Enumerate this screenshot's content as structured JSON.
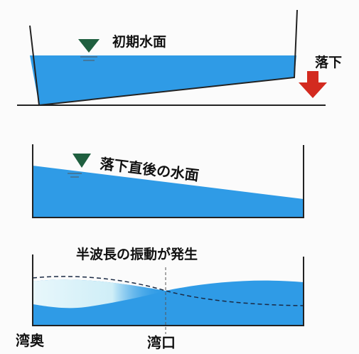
{
  "panels": {
    "initial": {
      "label": "初期水面",
      "drop_label": "落下"
    },
    "after_drop": {
      "label": "落下直後の水面"
    },
    "oscillation": {
      "label": "半波長の振動が発生",
      "left_label": "湾奥",
      "center_label": "湾口"
    }
  },
  "colors": {
    "water": "#2f9be6",
    "water_dark": "#1e86d6",
    "wall": "#222222",
    "arrow": "#d32a1f",
    "triangle": "#1f5f3f"
  }
}
